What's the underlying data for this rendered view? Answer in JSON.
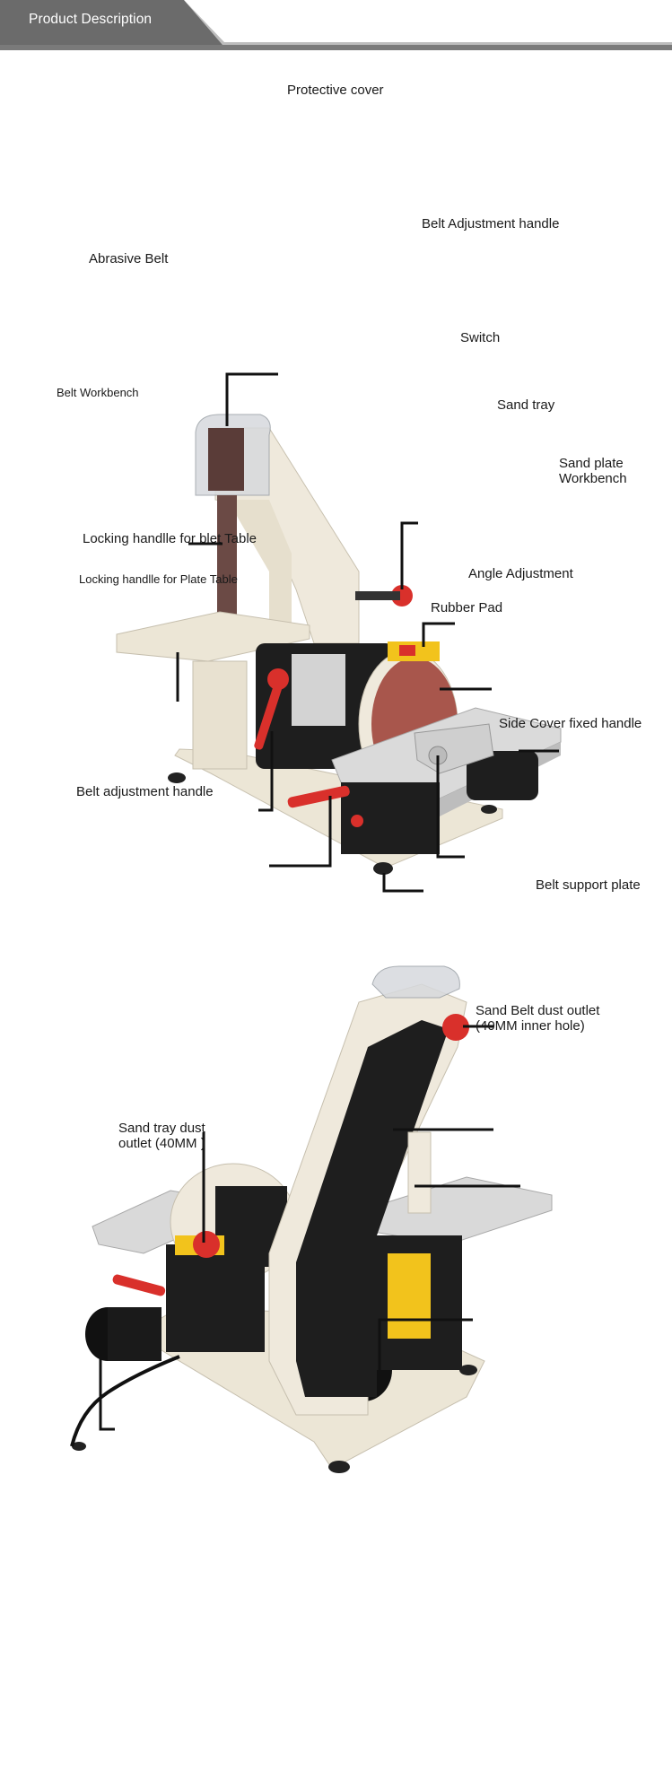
{
  "header": {
    "title": "Product Description"
  },
  "top_labels": {
    "protective_cover": "Protective cover",
    "belt_adjustment_handle": "Belt Adjustment handle",
    "abrasive_belt": "Abrasive Belt",
    "switch": "Switch",
    "belt_workbench": "Belt Workbench",
    "sand_tray": "Sand tray",
    "sand_plate_workbench_1": "Sand plate",
    "sand_plate_workbench_2": "Workbench",
    "locking_handle_belt_table": "Locking handlle for blet Table",
    "angle_adjustment": "Angle Adjustment",
    "locking_handle_plate_table": "Locking handlle for Plate Table",
    "rubber_pad": "Rubber Pad"
  },
  "bottom_labels": {
    "side_cover_fixed_handle": "Side Cover fixed handle",
    "belt_adjustment_handle": "Belt adjustment handle",
    "belt_support_plate": "Belt support plate",
    "sand_belt_dust_outlet_1": "Sand Belt dust outlet",
    "sand_belt_dust_outlet_2": "(40MM inner hole)",
    "sand_tray_dust_outlet_1": "Sand tray dust",
    "sand_tray_dust_outlet_2": "outlet (40MM )"
  },
  "colors": {
    "header_gray": "#6b6b6b",
    "header_line": "#7a7a7a",
    "machine_cream": "#efe9dc",
    "machine_black": "#1e1e1e",
    "belt_brown": "#6b4a45",
    "disc_red": "#a8564c",
    "handle_red": "#d9302b",
    "plate_silver": "#d8d8d8"
  }
}
